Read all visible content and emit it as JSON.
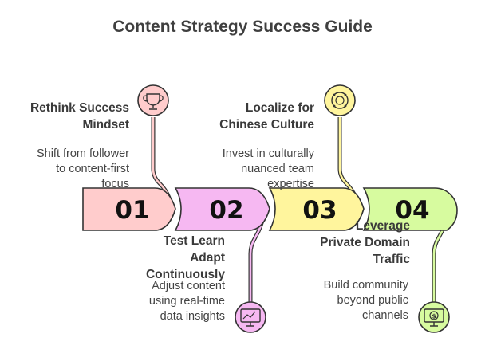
{
  "title": "Content Strategy Success Guide",
  "steps": [
    {
      "number": "01",
      "heading_lines": [
        "Rethink Success",
        "Mindset"
      ],
      "desc_lines": [
        "Shift from follower",
        "to content-first",
        "focus"
      ],
      "icon": "trophy-icon",
      "color": "#ffcccc"
    },
    {
      "number": "02",
      "heading_lines": [
        "Test Learn",
        "Adapt",
        "Continuously"
      ],
      "desc_lines": [
        "Adjust content",
        "using real-time",
        "data insights"
      ],
      "icon": "presentation-icon",
      "color": "#f6b8f2"
    },
    {
      "number": "03",
      "heading_lines": [
        "Localize for",
        "Chinese Culture"
      ],
      "desc_lines": [
        "Invest in culturally",
        "nuanced team",
        "expertise"
      ],
      "icon": "mooncake-icon",
      "color": "#fff59d"
    },
    {
      "number": "04",
      "heading_lines": [
        "Leverage",
        "Private Domain",
        "Traffic"
      ],
      "desc_lines": [
        "Build community",
        "beyond public",
        "channels"
      ],
      "icon": "monitor-dollar-icon",
      "color": "#d7fb9f"
    }
  ]
}
